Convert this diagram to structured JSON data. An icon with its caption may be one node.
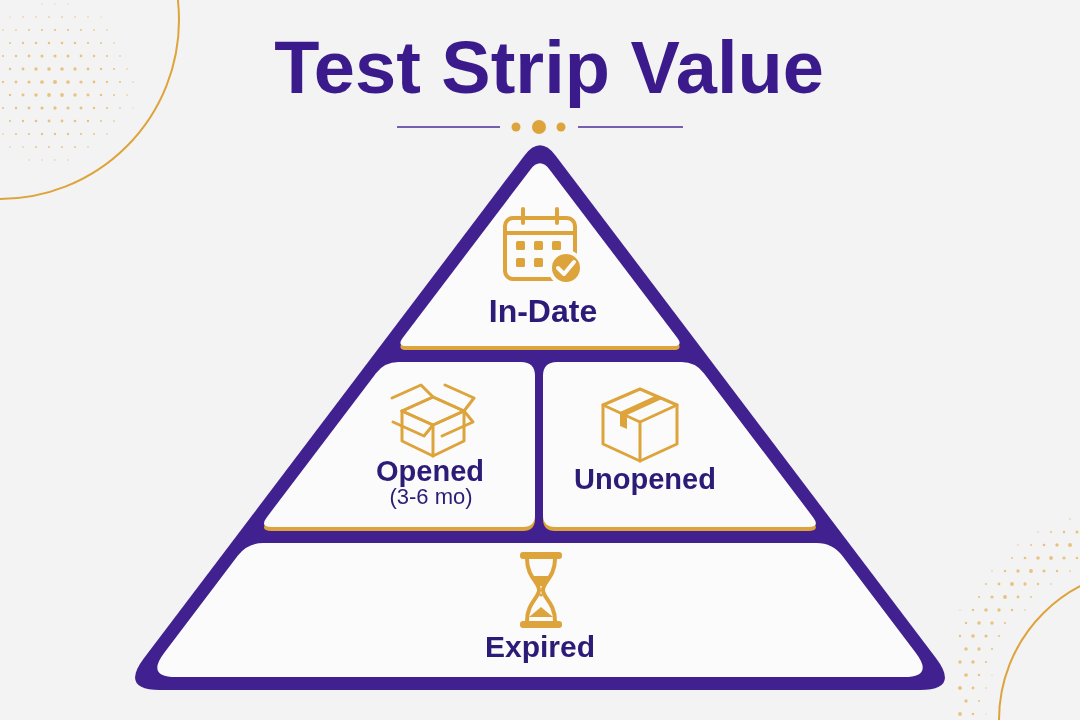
{
  "diagram": {
    "title": "Test Strip Value",
    "nodes": [
      {
        "text": [
          "In-Date"
        ]
      },
      {
        "text": [
          "Opened",
          "(3-6 mo)"
        ]
      },
      {
        "text": [
          "Unopened"
        ]
      },
      {
        "text": [
          "Expired"
        ]
      }
    ]
  }
}
